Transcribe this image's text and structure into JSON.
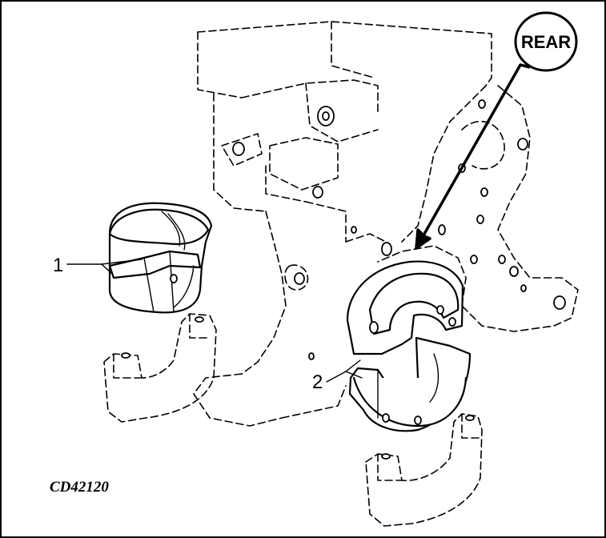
{
  "labels": {
    "part1": "1",
    "part2": "2",
    "rear": "REAR",
    "figure_code": "CD42120"
  },
  "colors": {
    "line": "#000000",
    "background": "#ffffff"
  }
}
